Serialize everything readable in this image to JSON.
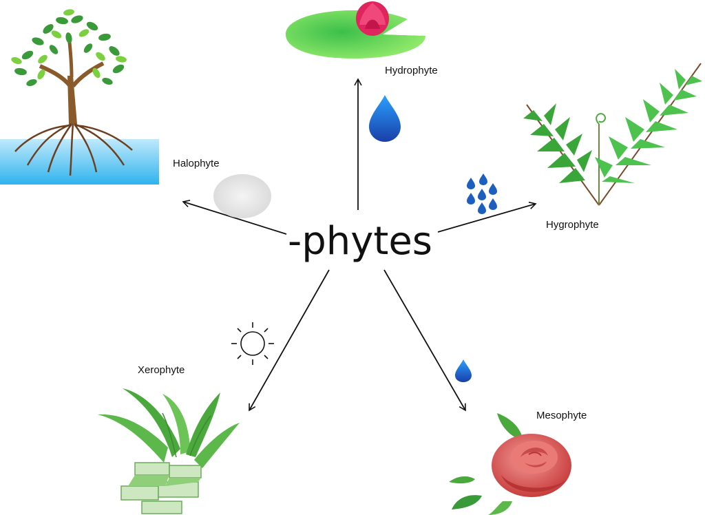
{
  "center_term": "-phytes",
  "types": [
    {
      "label": "Hydrophyte",
      "plant": "water-lily-icon",
      "cue": "large-water-drop-icon"
    },
    {
      "label": "Hygrophyte",
      "plant": "fern-icon",
      "cue": "rain-drops-icon"
    },
    {
      "label": "Mesophyte",
      "plant": "rose-icon",
      "cue": "small-water-drop-icon"
    },
    {
      "label": "Xerophyte",
      "plant": "aloe-icon",
      "cue": "sun-icon"
    },
    {
      "label": "Halophyte",
      "plant": "mangrove-tree-icon",
      "cue": "salt-crystal-icon"
    }
  ],
  "colors": {
    "water_blue": "#1a5fb4",
    "leaf_green": "#3aa63a",
    "lily_pad": "#7ed957",
    "lily_flower": "#e0245e",
    "rose": "#e05a5a",
    "sea": "#5ec8f0",
    "trunk": "#8b5a2b",
    "arrow": "#111111"
  }
}
